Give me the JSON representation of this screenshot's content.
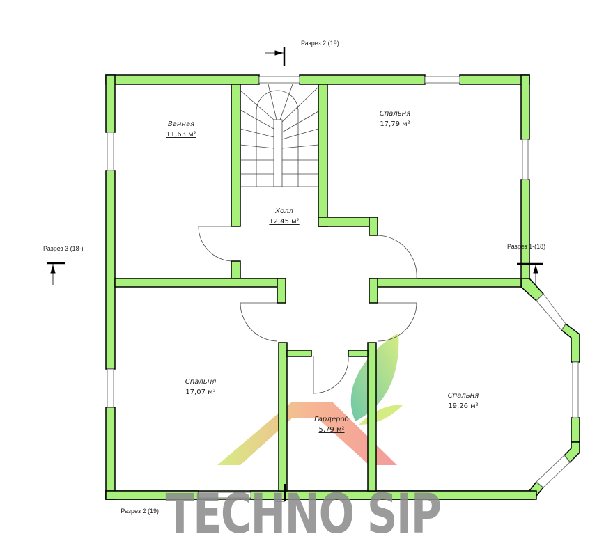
{
  "rooms": [
    {
      "name": "Ванная",
      "area": "11,63 м²"
    },
    {
      "name": "Холл",
      "area": "12,45 м²"
    },
    {
      "name": "Спальня",
      "area": "17,79 м²"
    },
    {
      "name": "Спальня",
      "area": "17,07 м²"
    },
    {
      "name": "Гардероб",
      "area": "5,79 м²"
    },
    {
      "name": "Спальня",
      "area": "19,26 м²"
    }
  ],
  "sections": {
    "top": "Разрез 2 (19)",
    "bottom": "Разрез 2 (19)",
    "left": "Разрез 3 (18-)",
    "right": "Разрез 1-(18)"
  },
  "watermark": "TECHNO SIP",
  "colors": {
    "wall": "#a8f07c",
    "watermark": "#8a8a8a"
  }
}
